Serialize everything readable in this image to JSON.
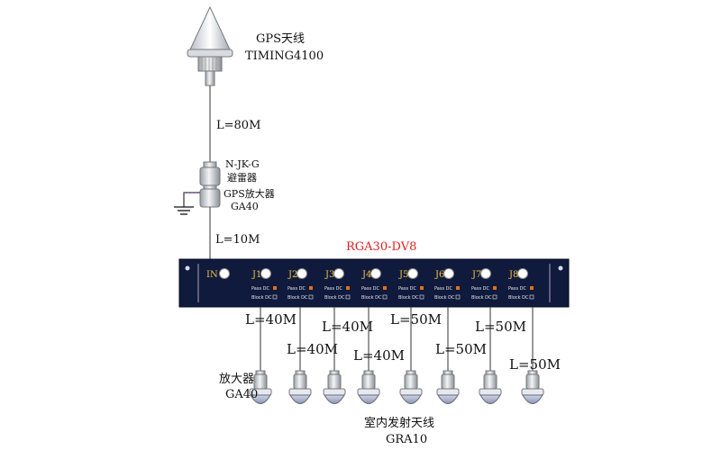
{
  "gps_antenna": {
    "name": "GPS天线",
    "model": "TIMING4100"
  },
  "cable_top": "L=80M",
  "arrester": {
    "model": "N-JK-G",
    "name": "避雷器"
  },
  "amplifier_top": {
    "name": "GPS放大器",
    "model": "GA40"
  },
  "cable_mid": "L=10M",
  "splitter": {
    "title": "RGA30-DV8",
    "input_port": "IN",
    "ports": [
      "J1",
      "J2",
      "J3",
      "J4",
      "J5",
      "J6",
      "J7",
      "J8"
    ],
    "pass_dc": "Pass DC",
    "block_dc": "Block DC"
  },
  "cable_lengths": [
    "L=40M",
    "L=40M",
    "L=40M",
    "L=40M",
    "L=50M",
    "L=50M",
    "L=50M",
    "L=50M"
  ],
  "amplifier_bottom": {
    "name": "放大器",
    "model": "GA40"
  },
  "indoor_antenna": {
    "name": "室内发射天线",
    "model": "GRA10"
  },
  "colors": {
    "panel": "#101a3c",
    "port_label": "#f0c040",
    "title": "#e02020",
    "indicator": "#e07020"
  }
}
